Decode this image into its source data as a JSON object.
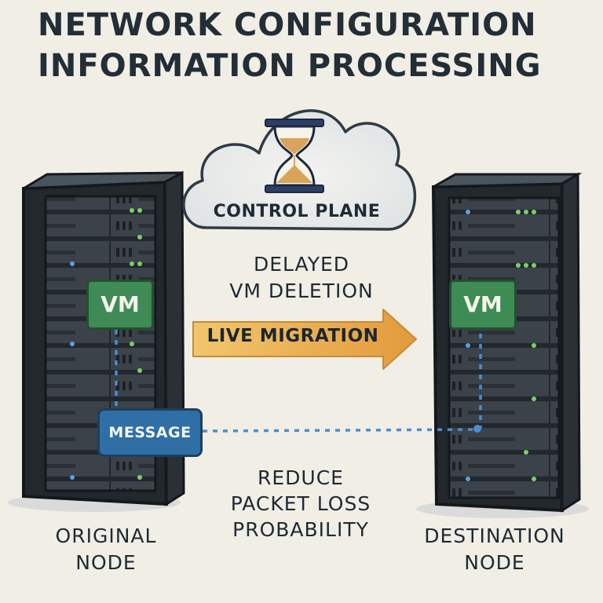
{
  "title": {
    "line1": "NETWORK CONFIGURATION",
    "line2": "INFORMATION PROCESSING"
  },
  "cloud": {
    "label": "CONTROL PLANE",
    "icon": "hourglass-icon"
  },
  "delayed": {
    "line1": "DELAYED",
    "line2": "VM DELETION"
  },
  "arrow": {
    "label": "LIVE MIGRATION"
  },
  "vm_left": {
    "label": "VM"
  },
  "vm_right": {
    "label": "VM"
  },
  "message": {
    "label": "MESSAGE"
  },
  "reduce": {
    "line1": "REDUCE",
    "line2": "PACKET LOSS",
    "line3": "PROBABILITY"
  },
  "original_node": {
    "line1": "ORIGINAL",
    "line2": "NODE"
  },
  "destination_node": {
    "line1": "DESTINATION",
    "line2": "NODE"
  },
  "colors": {
    "background": "#f1eee6",
    "rack": "#3a4148",
    "vm": "#3f8b55",
    "message": "#2f6fa6",
    "arrow": "#e6a94a",
    "dotted_line": "#4a8ed0"
  }
}
